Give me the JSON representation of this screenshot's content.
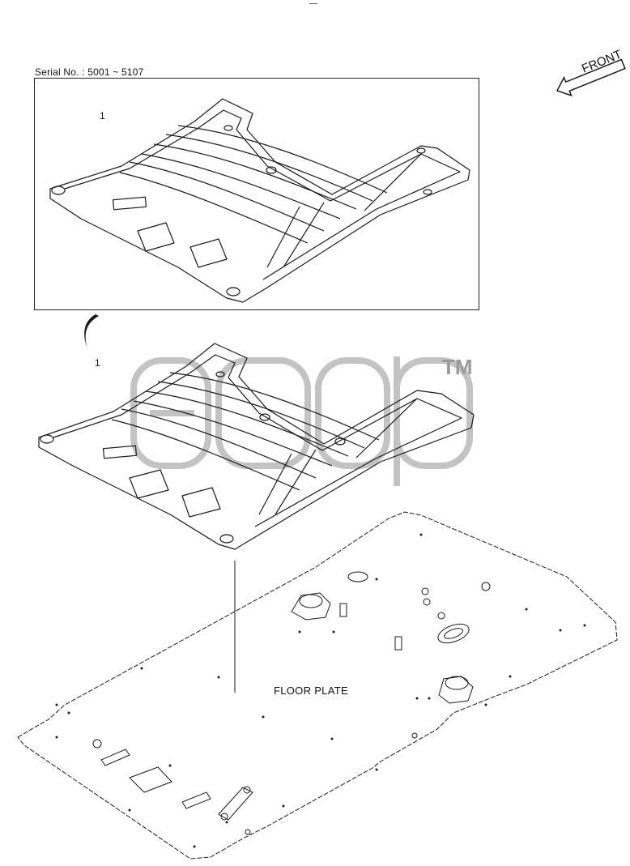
{
  "header": {
    "serial_label": "Serial No. : 5001 ~ 5107"
  },
  "callouts": {
    "upper_part_number": "1",
    "lower_part_number": "1"
  },
  "direction": {
    "front_label": "FRONT"
  },
  "floor": {
    "label": "FLOOR PLATE"
  },
  "watermark": {
    "brand": "emdp",
    "trademark": "TM"
  },
  "colors": {
    "line": "#1a1a1a",
    "watermark": "#b0b0b0",
    "background": "#ffffff"
  }
}
